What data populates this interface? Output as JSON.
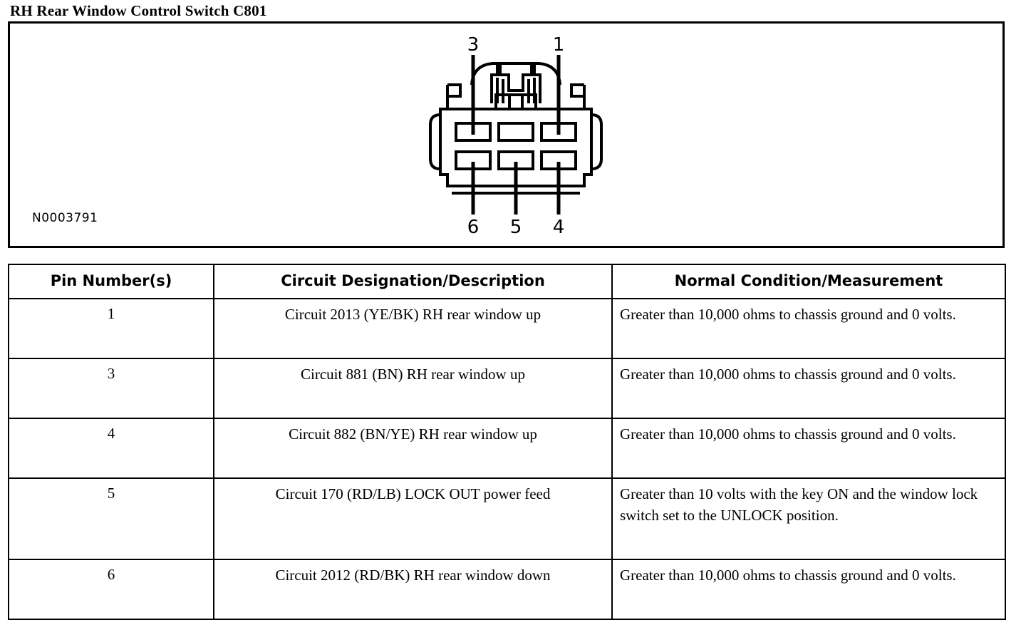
{
  "page": {
    "title": "RH Rear Window Control Switch C801"
  },
  "diagram": {
    "part_number": "N0003791",
    "connector": {
      "type": "6-cavity connector face view",
      "cavity_count": 6,
      "callouts": {
        "top": [
          "3",
          "1"
        ],
        "bottom": [
          "6",
          "5",
          "4"
        ]
      },
      "top_row_labels": [
        "3",
        "",
        "1"
      ],
      "bottom_row_labels": [
        "6",
        "5",
        "4"
      ]
    }
  },
  "table": {
    "headers": [
      "Pin Number(s)",
      "Circuit Designation/Description",
      "Normal Condition/Measurement"
    ],
    "rows": [
      {
        "pin": "1",
        "description": "Circuit 2013 (YE/BK) RH rear window up",
        "normal": "Greater than 10,000 ohms to chassis ground and 0 volts."
      },
      {
        "pin": "3",
        "description": "Circuit 881 (BN) RH rear window up",
        "normal": "Greater than 10,000 ohms to chassis ground and 0 volts."
      },
      {
        "pin": "4",
        "description": "Circuit 882 (BN/YE) RH rear window up",
        "normal": "Greater than 10,000 ohms to chassis ground and 0 volts."
      },
      {
        "pin": "5",
        "description": "Circuit 170 (RD/LB) LOCK OUT power feed",
        "normal": "Greater than 10 volts with the key ON and the window lock switch set to the UNLOCK position."
      },
      {
        "pin": "6",
        "description": "Circuit 2012 (RD/BK) RH rear window down",
        "normal": "Greater than 10,000 ohms to chassis ground and 0 volts."
      }
    ]
  },
  "colors": {
    "ink": "#000000",
    "paper": "#ffffff"
  }
}
